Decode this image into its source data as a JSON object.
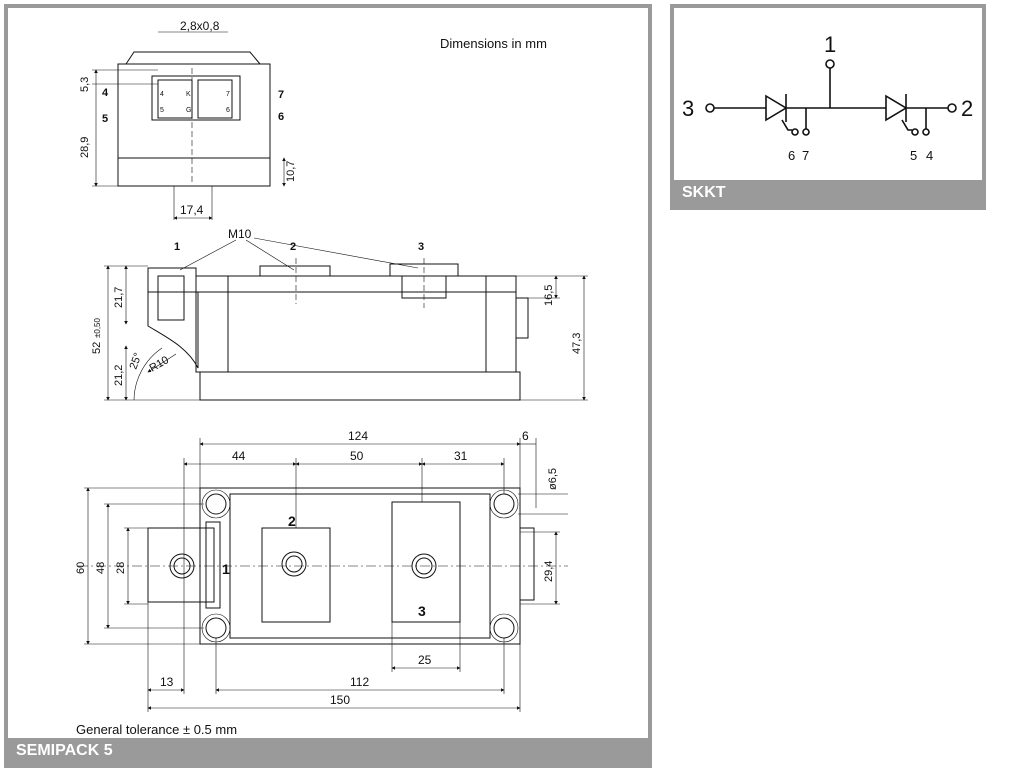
{
  "semipack": {
    "caption": "SEMIPACK 5",
    "units_note": "Dimensions in mm",
    "tolerance_note": "General tolerance ± 0.5 mm",
    "top_view": {
      "pin_width": "2,8x0,8",
      "dim_5_3": "5,3",
      "dim_28_9": "28,9",
      "dim_10_7": "10,7",
      "dim_17_4": "17,4",
      "pin_4": "4",
      "pin_5": "5",
      "pin_6": "6",
      "pin_7": "7",
      "conn_4": "4",
      "conn_5": "5",
      "conn_k": "K",
      "conn_g": "G",
      "conn_7": "7",
      "conn_6": "6"
    },
    "side_view": {
      "thread": "M10",
      "term_1": "1",
      "term_2": "2",
      "term_3": "3",
      "dim_21_7": "21,7",
      "dim_52": "52",
      "dim_52_tol": "±0,50",
      "dim_21_2": "21,2",
      "angle": "25°",
      "radius": "R10",
      "dim_16_5": "16,5",
      "dim_47_3": "47,3"
    },
    "plan_view": {
      "dim_124": "124",
      "dim_6": "6",
      "dim_44": "44",
      "dim_50": "50",
      "dim_31": "31",
      "dim_hole": "ø6,5",
      "dim_60": "60",
      "dim_48": "48",
      "dim_28": "28",
      "dim_29_4": "29,4",
      "dim_25": "25",
      "dim_13": "13",
      "dim_112": "112",
      "dim_150": "150",
      "term_1": "1",
      "term_2": "2",
      "term_3": "3"
    }
  },
  "circuit": {
    "caption": "SKKT",
    "terminal_1": "1",
    "terminal_2": "2",
    "terminal_3": "3",
    "gate_6": "6",
    "gate_7": "7",
    "gate_5": "5",
    "gate_4": "4"
  }
}
